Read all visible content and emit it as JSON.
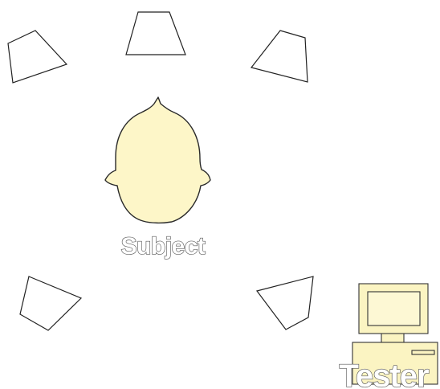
{
  "labels": {
    "subject": "Subject",
    "tester": "Tester"
  },
  "colors": {
    "background": "#ffffff",
    "head_fill": "#fdf6c8",
    "computer_fill": "#fbf4c2",
    "speaker_fill": "#ffffff",
    "outline": "#222222"
  },
  "speakers": [
    {
      "name": "speaker-left-top"
    },
    {
      "name": "speaker-top-center"
    },
    {
      "name": "speaker-right-top"
    },
    {
      "name": "speaker-left-bottom"
    },
    {
      "name": "speaker-right-bottom"
    }
  ]
}
